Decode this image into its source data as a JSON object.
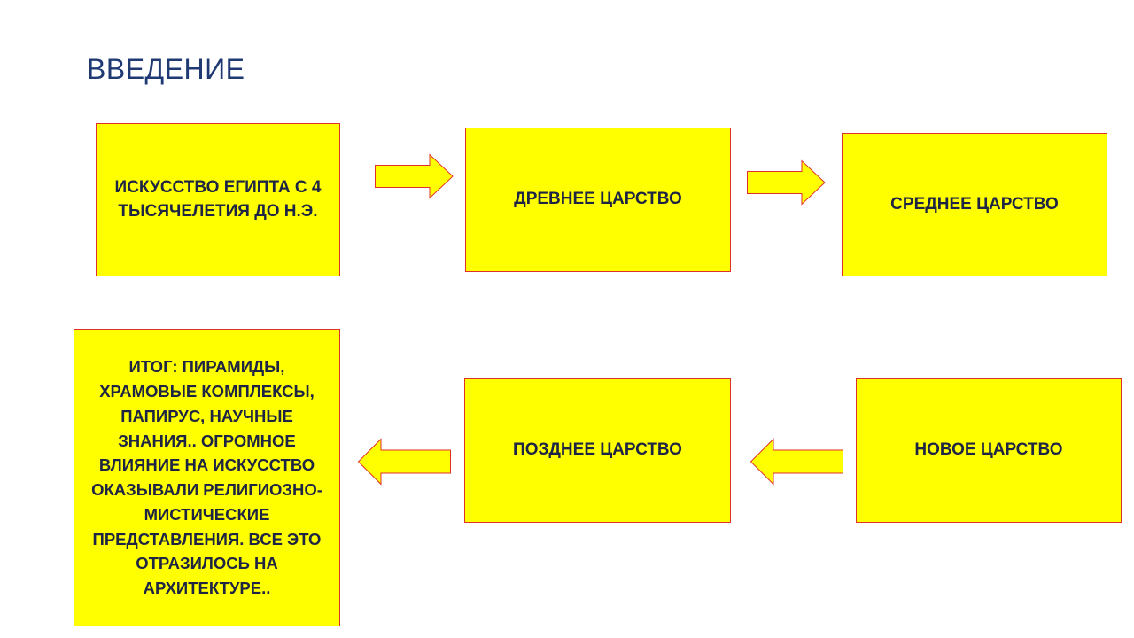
{
  "slide": {
    "title": "ВВЕДЕНИЕ",
    "colors": {
      "title": "#1f3a73",
      "box_fill": "#ffff00",
      "box_border": "#e0302a",
      "box_text": "#1d2444"
    },
    "boxes": {
      "intro": "ИСКУССТВО ЕГИПТА  С 4 ТЫСЯЧЕЛЕТИЯ ДО Н.Э.",
      "ancient": "ДРЕВНЕЕ ЦАРСТВО",
      "middle": "СРЕДНЕЕ ЦАРСТВО",
      "new": "НОВОЕ ЦАРСТВО",
      "late": "ПОЗДНЕЕ ЦАРСТВО",
      "result": "ИТОГ: ПИРАМИДЫ, ХРАМОВЫЕ КОМПЛЕКСЫ, ПАПИРУС, НАУЧНЫЕ ЗНАНИЯ.. ОГРОМНОЕ ВЛИЯНИЕ НА ИСКУССТВО ОКАЗЫВАЛИ РЕЛИГИОЗНО-МИСТИЧЕСКИЕ ПРЕДСТАВЛЕНИЯ. ВСЕ ЭТО ОТРАЗИЛОСЬ НА АРХИТЕКТУРЕ.."
    },
    "arrows": {
      "intro_to_ancient": "arrow-right-icon",
      "ancient_to_middle": "arrow-right-icon",
      "new_to_late": "arrow-left-icon",
      "late_to_result": "arrow-left-icon"
    }
  }
}
